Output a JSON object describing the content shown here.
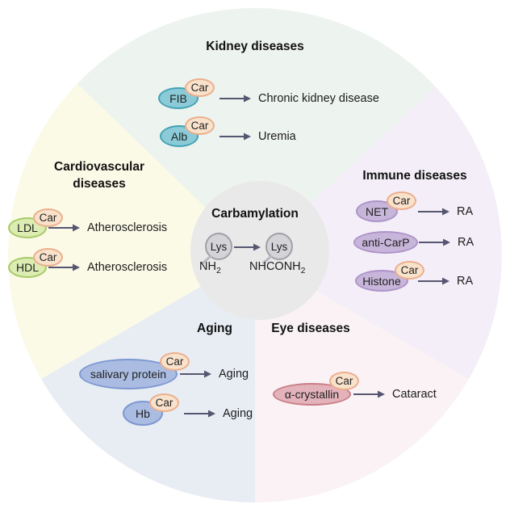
{
  "badges": {
    "car": "Car"
  },
  "center": {
    "title": "Carbamylation",
    "before": {
      "residue": "Lys",
      "group_main": "NH",
      "group_sub": "2"
    },
    "after": {
      "residue": "Lys",
      "group_main": "NHCONH",
      "group_sub": "2"
    }
  },
  "sectors": {
    "kidney": {
      "title": "Kidney diseases",
      "items": [
        {
          "protein": "FIB",
          "has_car": true,
          "disease": "Chronic kidney disease"
        },
        {
          "protein": "Alb",
          "has_car": true,
          "disease": "Uremia"
        }
      ]
    },
    "immune": {
      "title": "Immune diseases",
      "items": [
        {
          "protein": "NET",
          "has_car": true,
          "disease": "RA"
        },
        {
          "protein": "anti-CarP",
          "has_car": false,
          "disease": "RA"
        },
        {
          "protein": "Histone",
          "has_car": true,
          "disease": "RA"
        }
      ]
    },
    "eye": {
      "title": "Eye diseases",
      "items": [
        {
          "protein": "α-crystallin",
          "has_car": true,
          "disease": "Cataract"
        }
      ]
    },
    "aging": {
      "title": "Aging",
      "items": [
        {
          "protein": "salivary protein",
          "has_car": true,
          "disease": "Aging"
        },
        {
          "protein": "Hb",
          "has_car": true,
          "disease": "Aging"
        }
      ]
    },
    "cardiovascular": {
      "title_line1": "Cardiovascular",
      "title_line2": "diseases",
      "items": [
        {
          "protein": "LDL",
          "has_car": true,
          "disease": "Atherosclerosis"
        },
        {
          "protein": "HDL",
          "has_car": true,
          "disease": "Atherosclerosis"
        }
      ]
    }
  },
  "colors": {
    "sector_kidney": "#edf3ee",
    "sector_immune": "#f3eef7",
    "sector_eye": "#faf2f5",
    "sector_aging": "#e8edf4",
    "sector_cardiovascular": "#fbfae7",
    "hub_circle": "#e9e9e9",
    "pill_teal_fill": "#8bcbd8",
    "pill_teal_border": "#44a3b6",
    "pill_green_fill": "#dcecb2",
    "pill_green_border": "#a8ca68",
    "pill_purple_fill": "#c8b5da",
    "pill_purple_border": "#ad93c9",
    "pill_blue_fill": "#aabce2",
    "pill_blue_border": "#7d97d2",
    "pill_pink_fill": "#e3b2bb",
    "pill_pink_border": "#c87e85",
    "car_fill": "#f9e2cb",
    "car_border": "#ecae8b",
    "lys_fill": "#d4d3d8",
    "lys_border": "#a1a0a8",
    "arrow": "#565671"
  }
}
